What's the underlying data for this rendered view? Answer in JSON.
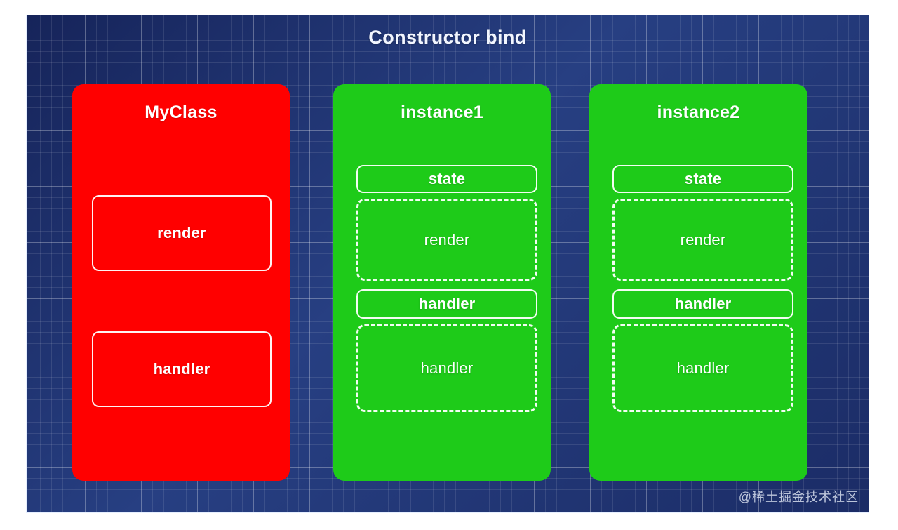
{
  "diagram": {
    "title": "Constructor bind",
    "watermark": "@稀土掘金技术社区",
    "colors": {
      "background": "#1d2f6b",
      "class_box": "#ff0000",
      "instance_box": "#1ecb19",
      "border": "#ffffff",
      "title_text": "#f2f6ff"
    },
    "columns": [
      {
        "id": "myclass",
        "title": "MyClass",
        "kind": "class",
        "color": "#ff0000",
        "members": [
          {
            "label": "render",
            "border": "solid"
          },
          {
            "label": "handler",
            "border": "solid"
          }
        ]
      },
      {
        "id": "instance1",
        "title": "instance1",
        "kind": "instance",
        "color": "#1ecb19",
        "members": [
          {
            "label": "state",
            "border": "solid"
          },
          {
            "label": "render",
            "border": "dashed"
          },
          {
            "label": "handler",
            "border": "solid"
          },
          {
            "label": "handler",
            "border": "dashed"
          }
        ]
      },
      {
        "id": "instance2",
        "title": "instance2",
        "kind": "instance",
        "color": "#1ecb19",
        "members": [
          {
            "label": "state",
            "border": "solid"
          },
          {
            "label": "render",
            "border": "dashed"
          },
          {
            "label": "handler",
            "border": "solid"
          },
          {
            "label": "handler",
            "border": "dashed"
          }
        ]
      }
    ]
  }
}
